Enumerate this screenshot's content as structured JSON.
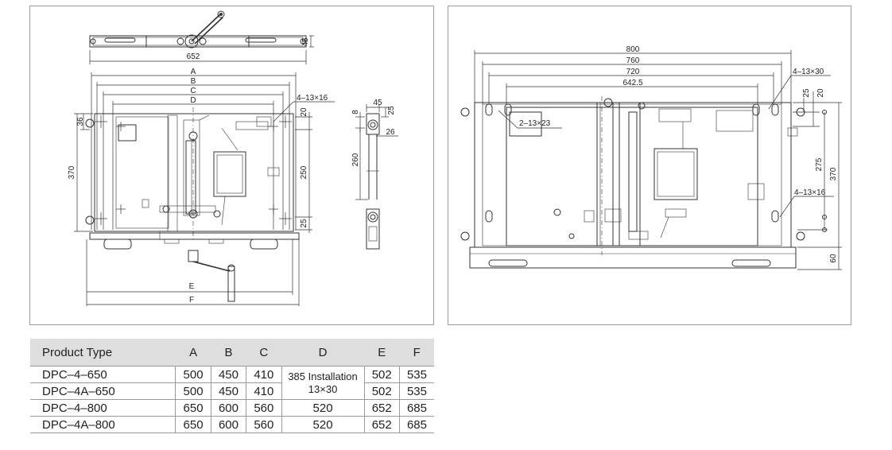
{
  "left_drawing": {
    "dims": {
      "w652": "652",
      "wA": "A",
      "wB": "B",
      "wC": "C",
      "wD": "D",
      "wE": "E",
      "wF": "F",
      "h370": "370",
      "h36": "36",
      "v20": "20",
      "v250": "250",
      "v25": "25",
      "v45": "45",
      "hole": "4–13×16",
      "side45": "45",
      "side25": "25",
      "side26": "26",
      "side8": "8",
      "side260": "260"
    }
  },
  "right_drawing": {
    "dims": {
      "w800": "800",
      "w760": "760",
      "w720": "720",
      "w642": "642.5",
      "holeTop": "4–13×30",
      "holeBottom": "4–13×16",
      "slot": "2–13×23",
      "v25": "25",
      "v20": "20",
      "v275": "275",
      "v370": "370",
      "v60": "60"
    }
  },
  "table": {
    "headers": [
      "Product Type",
      "A",
      "B",
      "C",
      "D",
      "E",
      "F"
    ],
    "rows": [
      {
        "type": "DPC–4–650",
        "A": "500",
        "B": "450",
        "C": "410",
        "E": "502",
        "F": "535"
      },
      {
        "type": "DPC–4A–650",
        "A": "500",
        "B": "450",
        "C": "410",
        "E": "502",
        "F": "535"
      },
      {
        "type": "DPC–4–800",
        "A": "650",
        "B": "600",
        "C": "560",
        "D": "520",
        "E": "652",
        "F": "685"
      },
      {
        "type": "DPC–4A–800",
        "A": "650",
        "B": "600",
        "C": "560",
        "D": "520",
        "E": "652",
        "F": "685"
      }
    ],
    "merged_D": {
      "line1": "385 Installation",
      "line2": "13×30"
    }
  }
}
